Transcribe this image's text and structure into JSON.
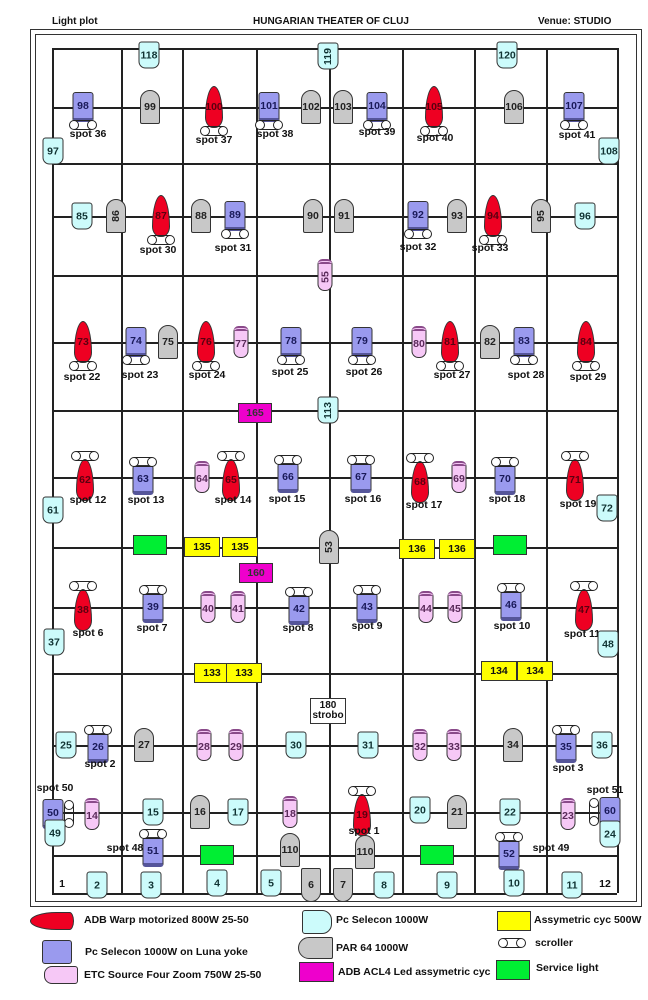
{
  "header": {
    "left": "Light plot",
    "title": "HUNGARIAN THEATER OF CLUJ",
    "venue": "Venue: STUDIO"
  },
  "fixtures": [
    {
      "id": "118",
      "type": "pc"
    },
    {
      "id": "119",
      "type": "pc"
    },
    {
      "id": "120",
      "type": "pc"
    },
    {
      "id": "98",
      "type": "luna",
      "spot": "spot 36"
    },
    {
      "id": "99",
      "type": "par"
    },
    {
      "id": "100",
      "type": "warp",
      "spot": "spot 37"
    },
    {
      "id": "101",
      "type": "luna",
      "spot": "spot 38"
    },
    {
      "id": "102",
      "type": "par"
    },
    {
      "id": "103",
      "type": "par"
    },
    {
      "id": "104",
      "type": "luna",
      "spot": "spot 39"
    },
    {
      "id": "105",
      "type": "warp",
      "spot": "spot 40"
    },
    {
      "id": "106",
      "type": "par"
    },
    {
      "id": "107",
      "type": "luna",
      "spot": "spot 41"
    },
    {
      "id": "97",
      "type": "pc"
    },
    {
      "id": "108",
      "type": "pc"
    },
    {
      "id": "85",
      "type": "pc"
    },
    {
      "id": "86",
      "type": "par"
    },
    {
      "id": "87",
      "type": "warp",
      "spot": "spot 30"
    },
    {
      "id": "88",
      "type": "par"
    },
    {
      "id": "89",
      "type": "luna",
      "spot": "spot 31"
    },
    {
      "id": "90",
      "type": "par"
    },
    {
      "id": "91",
      "type": "par"
    },
    {
      "id": "92",
      "type": "luna",
      "spot": "spot 32"
    },
    {
      "id": "93",
      "type": "par"
    },
    {
      "id": "94",
      "type": "warp",
      "spot": "spot 33"
    },
    {
      "id": "95",
      "type": "par"
    },
    {
      "id": "96",
      "type": "pc"
    },
    {
      "id": "55",
      "type": "etc"
    },
    {
      "id": "73",
      "type": "warp",
      "spot": "spot 22"
    },
    {
      "id": "74",
      "type": "luna",
      "spot": "spot 23"
    },
    {
      "id": "75",
      "type": "par"
    },
    {
      "id": "76",
      "type": "warp",
      "spot": "spot 24"
    },
    {
      "id": "77",
      "type": "etc"
    },
    {
      "id": "78",
      "type": "luna",
      "spot": "spot 25"
    },
    {
      "id": "79",
      "type": "luna",
      "spot": "spot 26"
    },
    {
      "id": "80",
      "type": "etc"
    },
    {
      "id": "81",
      "type": "warp",
      "spot": "spot 27"
    },
    {
      "id": "82",
      "type": "par"
    },
    {
      "id": "83",
      "type": "luna",
      "spot": "spot 28"
    },
    {
      "id": "84",
      "type": "warp",
      "spot": "spot 29"
    },
    {
      "id": "165",
      "type": "acl"
    },
    {
      "id": "113",
      "type": "pc"
    },
    {
      "id": "62",
      "type": "warp",
      "spot": "spot 12"
    },
    {
      "id": "63",
      "type": "luna",
      "spot": "spot 13"
    },
    {
      "id": "64",
      "type": "etc"
    },
    {
      "id": "65",
      "type": "warp",
      "spot": "spot 14"
    },
    {
      "id": "66",
      "type": "luna",
      "spot": "spot 15"
    },
    {
      "id": "67",
      "type": "luna",
      "spot": "spot 16"
    },
    {
      "id": "68",
      "type": "warp",
      "spot": "spot 17"
    },
    {
      "id": "69",
      "type": "etc"
    },
    {
      "id": "70",
      "type": "luna",
      "spot": "spot 18"
    },
    {
      "id": "71",
      "type": "warp",
      "spot": "spot 19"
    },
    {
      "id": "61",
      "type": "pc"
    },
    {
      "id": "72",
      "type": "pc"
    },
    {
      "id": "",
      "type": "svc"
    },
    {
      "id": "135",
      "type": "cyc"
    },
    {
      "id": "135",
      "type": "cyc"
    },
    {
      "id": "53",
      "type": "par"
    },
    {
      "id": "136",
      "type": "cyc"
    },
    {
      "id": "136",
      "type": "cyc"
    },
    {
      "id": "",
      "type": "svc"
    },
    {
      "id": "160",
      "type": "acl"
    },
    {
      "id": "38",
      "type": "warp",
      "spot": "spot 6"
    },
    {
      "id": "39",
      "type": "luna",
      "spot": "spot 7"
    },
    {
      "id": "40",
      "type": "etc"
    },
    {
      "id": "41",
      "type": "etc"
    },
    {
      "id": "42",
      "type": "luna",
      "spot": "spot 8"
    },
    {
      "id": "43",
      "type": "luna",
      "spot": "spot 9"
    },
    {
      "id": "44",
      "type": "etc"
    },
    {
      "id": "45",
      "type": "etc"
    },
    {
      "id": "46",
      "type": "luna",
      "spot": "spot 10"
    },
    {
      "id": "47",
      "type": "warp",
      "spot": "spot 11"
    },
    {
      "id": "37",
      "type": "pc"
    },
    {
      "id": "48",
      "type": "pc"
    },
    {
      "id": "133",
      "type": "cyc"
    },
    {
      "id": "133",
      "type": "cyc"
    },
    {
      "id": "134",
      "type": "cyc"
    },
    {
      "id": "134",
      "type": "cyc"
    },
    {
      "id": "180",
      "type": "strobe",
      "sub": "strobo"
    },
    {
      "id": "25",
      "type": "pc"
    },
    {
      "id": "26",
      "type": "luna",
      "spot": "spot 2"
    },
    {
      "id": "27",
      "type": "par"
    },
    {
      "id": "28",
      "type": "etc"
    },
    {
      "id": "29",
      "type": "etc"
    },
    {
      "id": "30",
      "type": "pc"
    },
    {
      "id": "31",
      "type": "pc"
    },
    {
      "id": "32",
      "type": "etc"
    },
    {
      "id": "33",
      "type": "etc"
    },
    {
      "id": "34",
      "type": "par"
    },
    {
      "id": "35",
      "type": "luna",
      "spot": "spot 3"
    },
    {
      "id": "36",
      "type": "pc"
    },
    {
      "id": "50",
      "type": "luna",
      "spot": "spot 50"
    },
    {
      "id": "14",
      "type": "etc"
    },
    {
      "id": "15",
      "type": "pc"
    },
    {
      "id": "16",
      "type": "par"
    },
    {
      "id": "17",
      "type": "pc"
    },
    {
      "id": "18",
      "type": "etc"
    },
    {
      "id": "19",
      "type": "warp",
      "spot": "spot 1"
    },
    {
      "id": "20",
      "type": "pc"
    },
    {
      "id": "21",
      "type": "par"
    },
    {
      "id": "22",
      "type": "pc"
    },
    {
      "id": "23",
      "type": "etc"
    },
    {
      "id": "60",
      "type": "luna",
      "spot": "spot 51"
    },
    {
      "id": "49",
      "type": "pc"
    },
    {
      "id": "24",
      "type": "pc"
    },
    {
      "id": "51",
      "type": "luna",
      "spot": "spot 48"
    },
    {
      "id": "",
      "type": "svc"
    },
    {
      "id": "110",
      "type": "par"
    },
    {
      "id": "110",
      "type": "par"
    },
    {
      "id": "",
      "type": "svc"
    },
    {
      "id": "52",
      "type": "luna",
      "spot": "spot 49"
    },
    {
      "id": "1",
      "type": "txt"
    },
    {
      "id": "2",
      "type": "pc"
    },
    {
      "id": "3",
      "type": "pc"
    },
    {
      "id": "4",
      "type": "pc"
    },
    {
      "id": "5",
      "type": "pc"
    },
    {
      "id": "6",
      "type": "par-down"
    },
    {
      "id": "7",
      "type": "par-down"
    },
    {
      "id": "8",
      "type": "pc"
    },
    {
      "id": "9",
      "type": "pc"
    },
    {
      "id": "10",
      "type": "pc"
    },
    {
      "id": "11",
      "type": "pc"
    },
    {
      "id": "12",
      "type": "txt"
    }
  ],
  "legend": {
    "warp": "ADB Warp motorized 800W 25-50",
    "luna": "Pc Selecon 1000W on Luna yoke",
    "etc": "ETC Source Four Zoom 750W 25-50",
    "pc": "Pc Selecon 1000W",
    "par": "PAR 64 1000W",
    "acl": "ADB ACL4 Led assymetric cyc",
    "cyc": "Assymetric cyc 500W",
    "scroller": "scroller",
    "svc": "Service light"
  },
  "colors": {
    "warp": "#ee0022",
    "luna": "#9a9aee",
    "etc": "#f6c8f6",
    "pc": "#ccfbfb",
    "par": "#c8c8c8",
    "cyc": "#ffff00",
    "acl": "#ee00cc",
    "svc": "#00ee33"
  }
}
